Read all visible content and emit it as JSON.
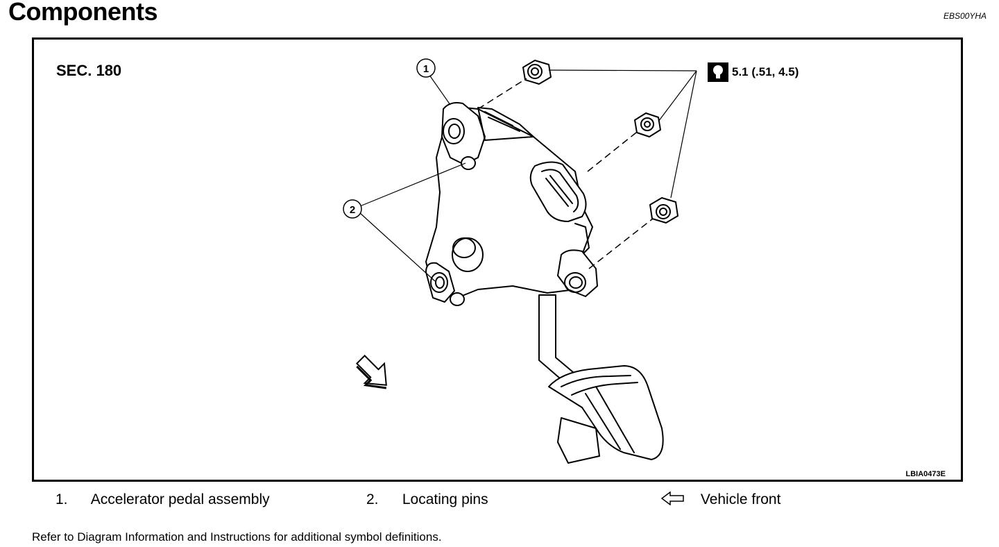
{
  "page": {
    "title": "Components",
    "ref_code": "EBS00YHA"
  },
  "figure": {
    "section": "SEC. 180",
    "torque_spec": "5.1 (.51, 4.5)",
    "image_id": "LBIA0473E",
    "callouts": [
      "1",
      "2"
    ],
    "icons": [
      "torque-wrench-icon",
      "front-arrow-icon"
    ]
  },
  "legend": [
    {
      "num": "1.",
      "text": "Accelerator pedal assembly"
    },
    {
      "num": "2.",
      "text": "Locating pins"
    },
    {
      "num": "",
      "text": "Vehicle front"
    }
  ],
  "footer_note": "Refer to Diagram Information and Instructions for additional symbol definitions."
}
